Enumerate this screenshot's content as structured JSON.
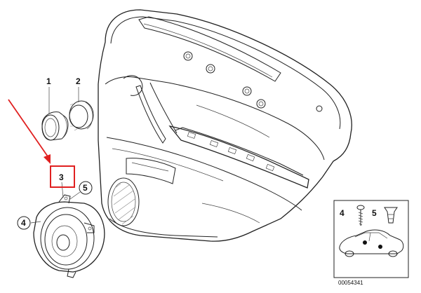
{
  "parts": [
    {
      "number": "1"
    },
    {
      "number": "2"
    },
    {
      "number": "3",
      "highlighted": true
    },
    {
      "number": "4"
    },
    {
      "number": "5"
    }
  ],
  "inset": {
    "legend_numbers": [
      "4",
      "5"
    ],
    "catalog_code": "00054341"
  },
  "colors": {
    "highlight": "#e02020",
    "line": "#222222",
    "background": "#ffffff"
  }
}
